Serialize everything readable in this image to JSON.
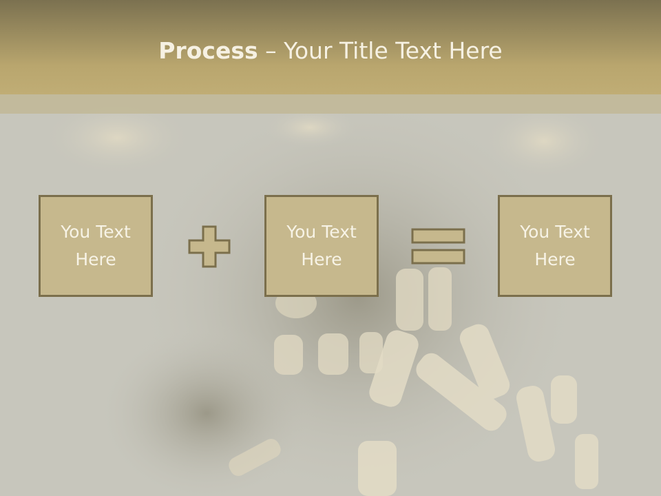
{
  "header": {
    "title_strong": "Process",
    "title_rest": " – Your Title Text Here"
  },
  "process": {
    "boxes": [
      {
        "line1": "You Text",
        "line2": "Here"
      },
      {
        "line1": "You Text",
        "line2": "Here"
      },
      {
        "line1": "You Text",
        "line2": "Here"
      }
    ],
    "operators": [
      "plus-icon",
      "equals-icon"
    ]
  },
  "colors": {
    "header_top": "#7b7150",
    "header_bottom": "#c0ad75",
    "background": "#c7c6bc",
    "box_fill": "#c6b88d",
    "box_border": "#7b6f4c",
    "text_light": "#f7f3e6"
  }
}
